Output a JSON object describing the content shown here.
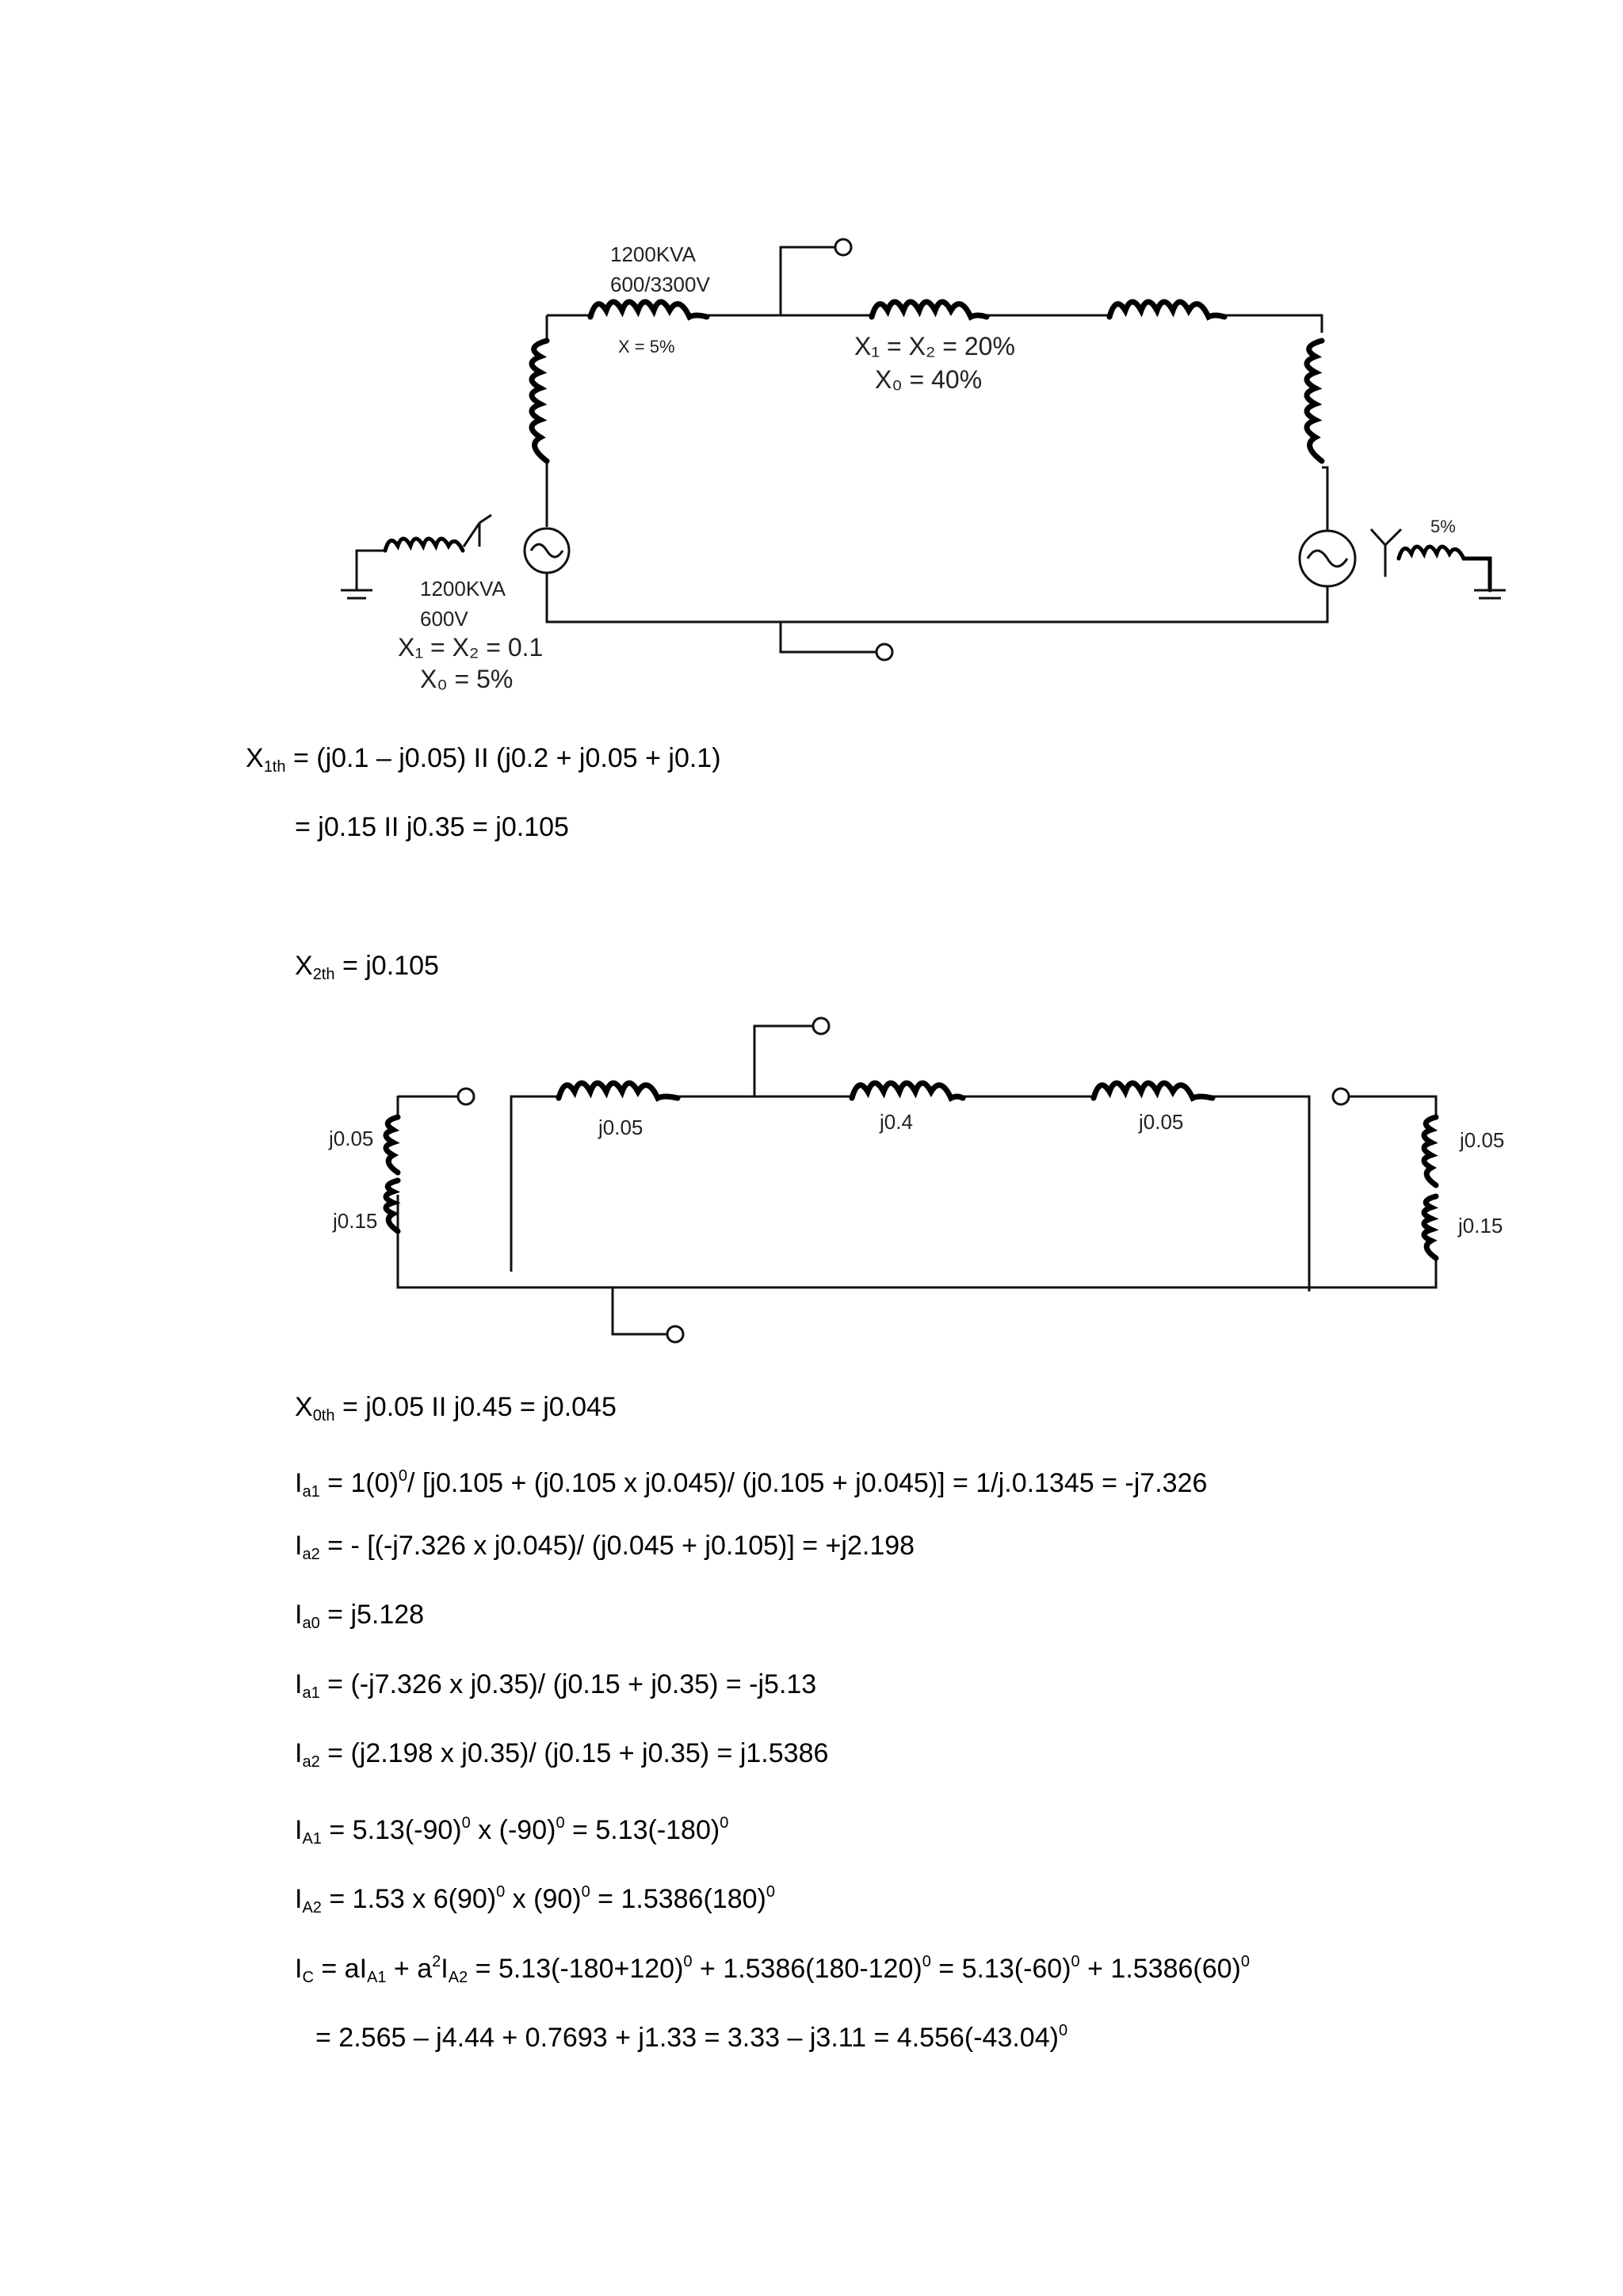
{
  "diagram1": {
    "transformer_rating": "1200KVA",
    "transformer_voltage": "600/3300V",
    "transformer_reactance": "X = 5%",
    "line_x12": "X₁ = X₂ = 20%",
    "line_x0": "X₀ = 40%",
    "gen_right_reactance": "5%",
    "gen_left_rating": "1200KVA",
    "gen_left_voltage": "600V",
    "gen_left_x12": "X₁ = X₂ = 0.1",
    "gen_left_x0": "X₀ = 5%"
  },
  "diagram2": {
    "left_upper": "j0.05",
    "left_lower": "j0.15",
    "top_left": "j0.05",
    "top_mid": "j0.4",
    "top_right": "j0.05",
    "right_upper": "j0.05",
    "right_lower": "j0.15"
  },
  "equations": {
    "x1th": {
      "lead": "X",
      "sub": "1th",
      "rest": " = (j0.1 – j0.05) II (j0.2 + j0.05 + j0.1)"
    },
    "x1th_result": "= j0.15 II j0.35 = j0.105",
    "x2th": {
      "lead": "X",
      "sub": "2th",
      "rest": " = j0.105"
    },
    "x0th": {
      "lead": "X",
      "sub": "0th",
      "rest": " = j0.05 II j0.45 = j0.045"
    },
    "ia1": {
      "lead": "I",
      "sub": "a1",
      "pre": " = 1(0)",
      "sup": "0",
      "rest": "/ [j0.105 + (j0.105 x j0.045)/ (j0.105 + j0.045)] = 1/j.0.1345 = -j7.326"
    },
    "ia2": {
      "lead": "I",
      "sub": "a2",
      "rest": " = - [(-j7.326 x j0.045)/ (j0.045 + j0.105)] = +j2.198"
    },
    "ia0": {
      "lead": "I",
      "sub": "a0",
      "rest": " = j5.128"
    },
    "ia1b": {
      "lead": "I",
      "sub": "a1",
      "rest": " = (-j7.326 x j0.35)/ (j0.15 + j0.35) = -j5.13"
    },
    "ia2b": {
      "lead": "I",
      "sub": "a2",
      "rest": " = (j2.198 x j0.35)/ (j0.15 + j0.35) = j1.5386"
    },
    "iA1": {
      "lead": "I",
      "sub": "A1",
      "p1": " = 5.13(-90)",
      "s1": "0",
      "p2": " x (-90)",
      "s2": "0",
      "p3": " = 5.13(-180)",
      "s3": "0"
    },
    "iA2": {
      "lead": "I",
      "sub": "A2",
      "p1": " = 1.53 x 6(90)",
      "s1": "0",
      "p2": " x (90)",
      "s2": "0",
      "p3": " = 1.5386(180)",
      "s3": "0"
    },
    "ic": {
      "lead": "I",
      "sub": "C",
      "p1": " = aI",
      "sub2": "A1",
      "p2": " + a",
      "sup2": "2",
      "p3": "I",
      "sub3": "A2",
      "p4": " = 5.13(-180+120)",
      "s4": "0",
      "p5": " + 1.5386(180-120)",
      "s5": "0",
      "p6": " = 5.13(-60)",
      "s6": "0",
      "p7": " + 1.5386(60)",
      "s7": "0"
    },
    "ic_result": {
      "pre": "= 2.565 – j4.44 + 0.7693 + j1.33 = 3.33 – j3.11 = 4.556(-43.04)",
      "sup": "0"
    }
  }
}
